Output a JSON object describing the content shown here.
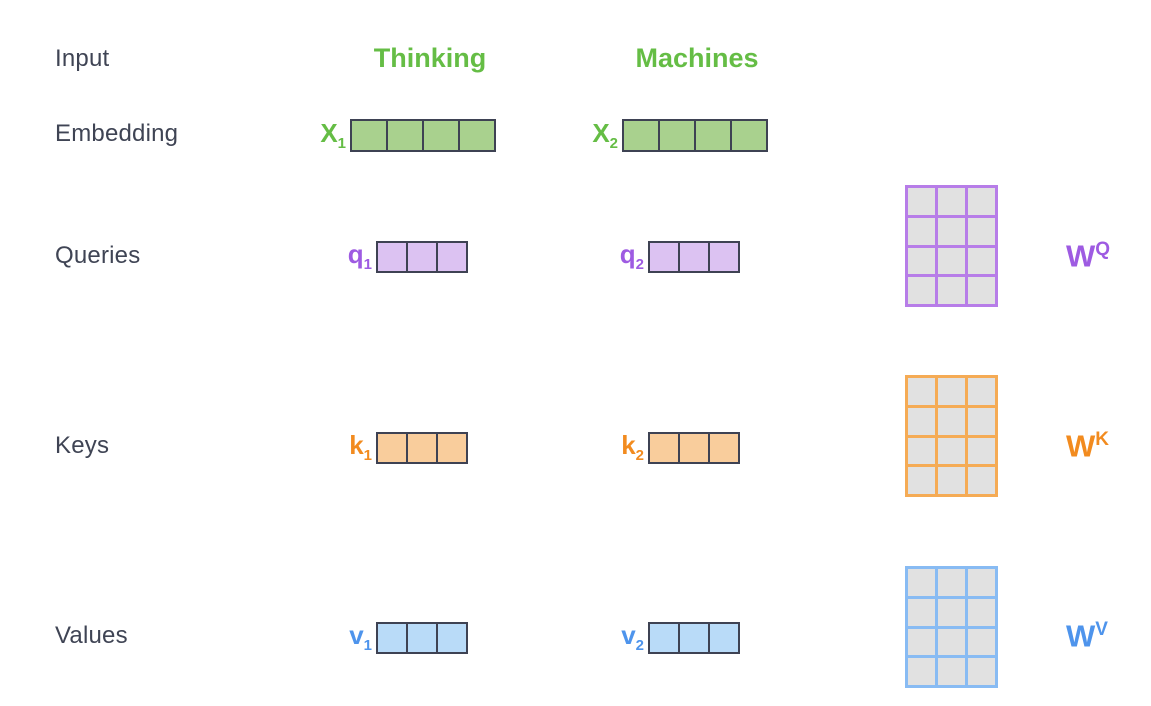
{
  "colors": {
    "page_bg": "#ffffff",
    "label_text": "#3F4454",
    "vec_border": "#3E4253",
    "cell_gray": "#E1E1E1",
    "green_text": "#65BD45",
    "green_fill": "#A9D18E",
    "purple_text": "#9E5BE2",
    "purple_fill": "#DCC2F2",
    "purple_matrix": "#B77DE8",
    "orange_text": "#F28B1F",
    "orange_fill": "#F9CD9C",
    "orange_matrix": "#F5AB55",
    "blue_text": "#4E94EC",
    "blue_fill": "#B9DBF8",
    "blue_matrix": "#88BBF3"
  },
  "row_labels": [
    {
      "text": "Input"
    },
    {
      "text": "Embedding"
    },
    {
      "text": "Queries"
    },
    {
      "text": "Keys"
    },
    {
      "text": "Values"
    }
  ],
  "words": [
    {
      "text": "Thinking"
    },
    {
      "text": "Machines"
    }
  ],
  "vectors": {
    "x1": {
      "base": "X",
      "sub": "1",
      "cells": 4
    },
    "x2": {
      "base": "X",
      "sub": "2",
      "cells": 4
    },
    "q1": {
      "base": "q",
      "sub": "1",
      "cells": 3
    },
    "q2": {
      "base": "q",
      "sub": "2",
      "cells": 3
    },
    "k1": {
      "base": "k",
      "sub": "1",
      "cells": 3
    },
    "k2": {
      "base": "k",
      "sub": "2",
      "cells": 3
    },
    "v1": {
      "base": "v",
      "sub": "1",
      "cells": 3
    },
    "v2": {
      "base": "v",
      "sub": "2",
      "cells": 3
    }
  },
  "matrices": {
    "wq": {
      "base": "W",
      "sup": "Q",
      "grid": {
        "rows": 4,
        "cols": 3
      }
    },
    "wk": {
      "base": "W",
      "sup": "K",
      "grid": {
        "rows": 4,
        "cols": 3
      }
    },
    "wv": {
      "base": "W",
      "sup": "V",
      "grid": {
        "rows": 4,
        "cols": 3
      }
    }
  }
}
